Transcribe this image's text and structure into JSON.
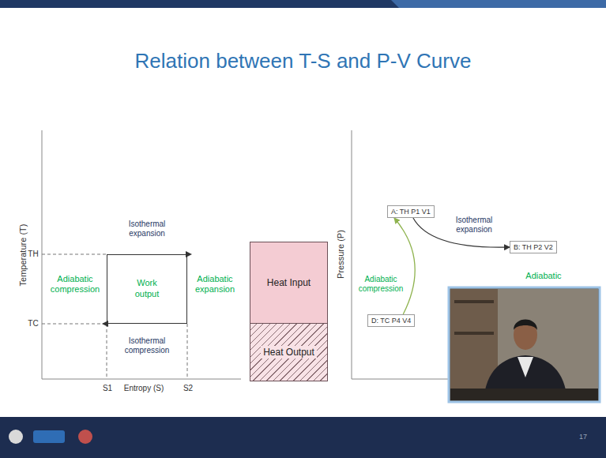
{
  "diagram": {
    "title": "Relation between T-S and P-V Curve",
    "nodes": [
      {
        "text": [
          "Work output"
        ]
      },
      {
        "text": [
          "Heat Input"
        ]
      },
      {
        "text": [
          "Heat Output"
        ]
      },
      {
        "text": [
          "A: TH P1 V1"
        ]
      },
      {
        "text": [
          "B: TH P2 V2"
        ]
      },
      {
        "text": [
          "D: TC P4 V4"
        ]
      }
    ],
    "edges": [
      {
        "from": 3,
        "to": 4,
        "label": "Isothermal expansion",
        "arrow": "to"
      },
      {
        "from": 5,
        "to": 3,
        "label": "Adiabatic compression",
        "arrow": "to"
      }
    ],
    "labels": [
      "Temperature (T)",
      "TH",
      "TC",
      "Isothermal expansion",
      "Adiabatic compression",
      "Adiabatic expansion",
      "Isothermal compression",
      "S1",
      "Entropy (S)",
      "S2",
      "Pressure (P)",
      "Adiabatic",
      "17"
    ]
  }
}
